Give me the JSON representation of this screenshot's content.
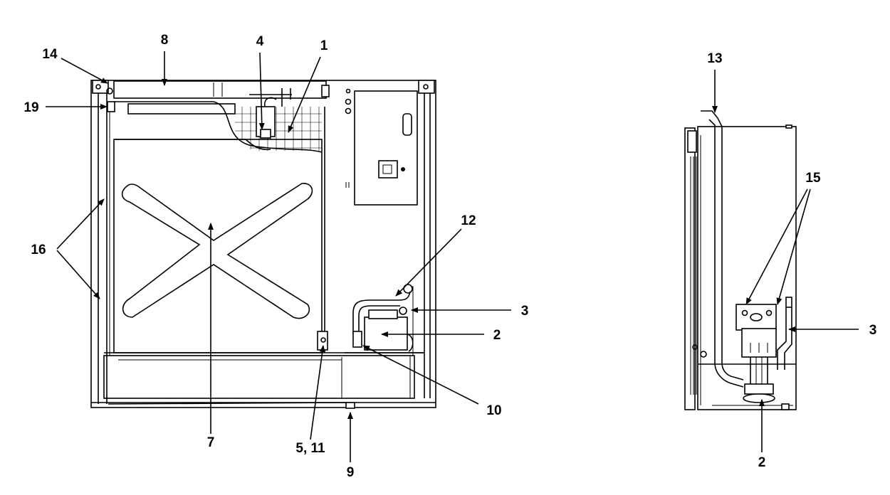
{
  "front_view": {
    "callouts": {
      "c1": "1",
      "c2": "2",
      "c3": "3",
      "c4": "4",
      "c5_11": "5, 11",
      "c7": "7",
      "c8": "8",
      "c9": "9",
      "c10": "10",
      "c12": "12",
      "c14": "14",
      "c16": "16",
      "c19": "19"
    }
  },
  "side_view": {
    "callouts": {
      "c2": "2",
      "c3": "3",
      "c13": "13",
      "c15": "15"
    }
  }
}
